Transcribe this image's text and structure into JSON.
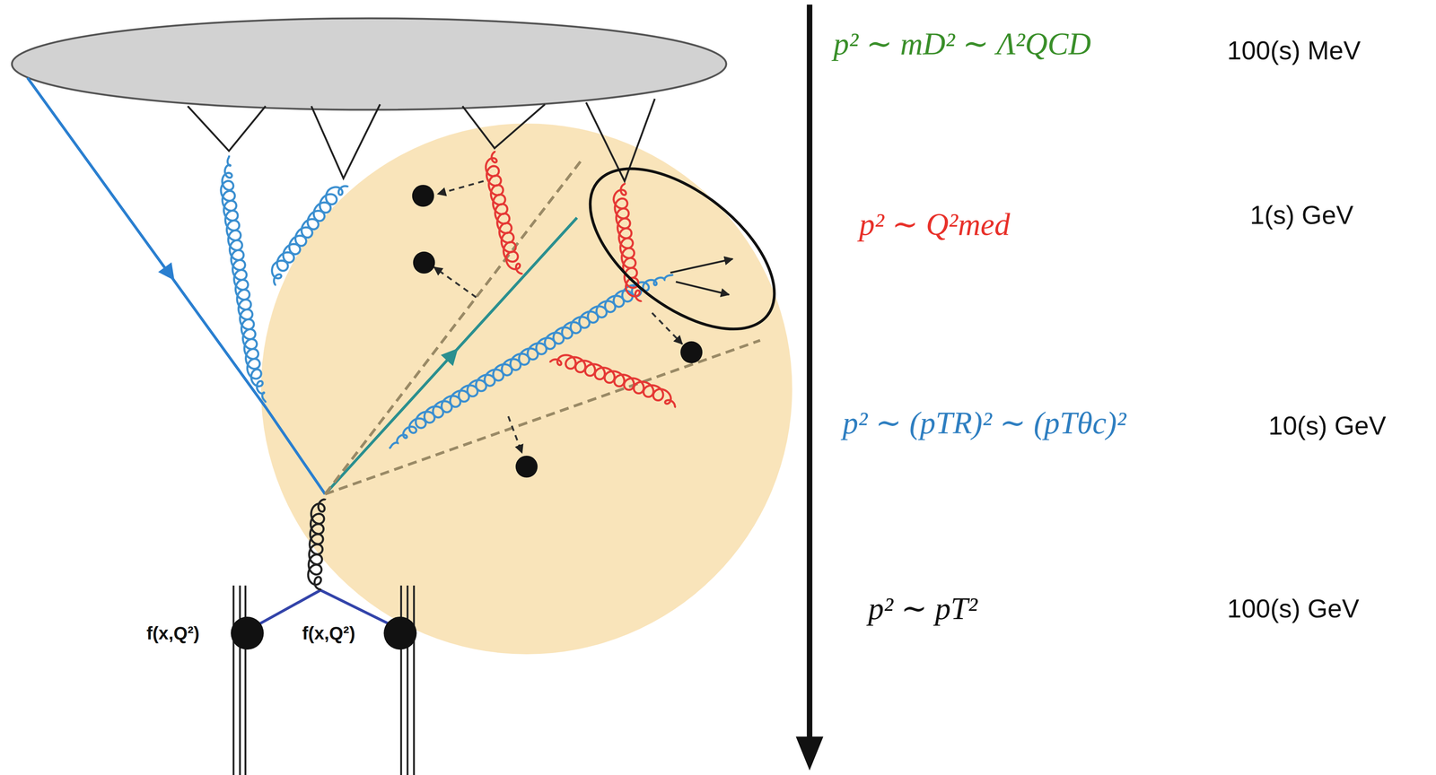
{
  "diagram": {
    "labels": [
      "p² ∼ mD² ∼ Λ²QCD",
      "100(s) MeV",
      "p² ∼ Q²med",
      "1(s) GeV",
      "p² ∼ (pTR)² ∼ (pTθc)²",
      "10(s) GeV",
      "p² ∼ pT²",
      "100(s) GeV",
      "f(x,Q²)",
      "f(x,Q²)"
    ]
  }
}
